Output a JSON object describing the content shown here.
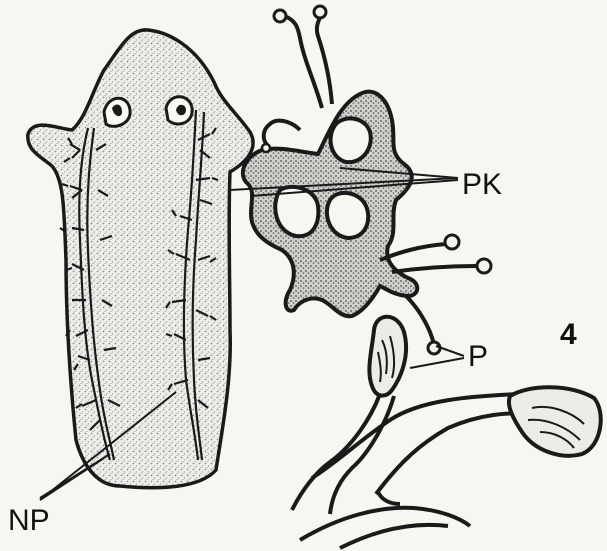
{
  "labels": {
    "pk": "PK",
    "p": "P",
    "np": "NP",
    "figure_number": "4"
  },
  "colors": {
    "ink": "#1a1a1a",
    "stipple": "#9a9a9a",
    "background": "#f7f6f1"
  }
}
